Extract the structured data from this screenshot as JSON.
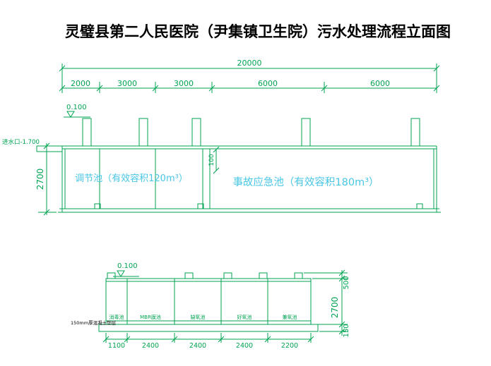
{
  "title": "灵璧县第二人民医院（尹集镇卫生院）污水处理流程立面图",
  "colors": {
    "line_green": "#00a352",
    "label_cyan": "#48c6e6",
    "title_black": "#000000"
  },
  "upper_view": {
    "overall_dim": "20000",
    "segment_dims": [
      "2000",
      "3000",
      "3000",
      "6000",
      "6000"
    ],
    "elevation_label": "0.100",
    "inlet_label": "进水口-1.700",
    "depth_dim": "2700",
    "freeboard_dim": "100",
    "tank1_label": "调节池（有效容积120m³）",
    "tank2_label": "事故应急池（有效容积180m³）"
  },
  "lower_view": {
    "elevation_label": "0.100",
    "compartments": [
      "消毒池",
      "MBR膜池",
      "缺氧池",
      "好氧池",
      "兼氧池"
    ],
    "bottom_dims": [
      "1100",
      "2400",
      "2400",
      "2400",
      "2200"
    ],
    "right_dims": [
      "500",
      "2700",
      "150"
    ],
    "slab_note": "150mm厚混凝土垫层"
  }
}
